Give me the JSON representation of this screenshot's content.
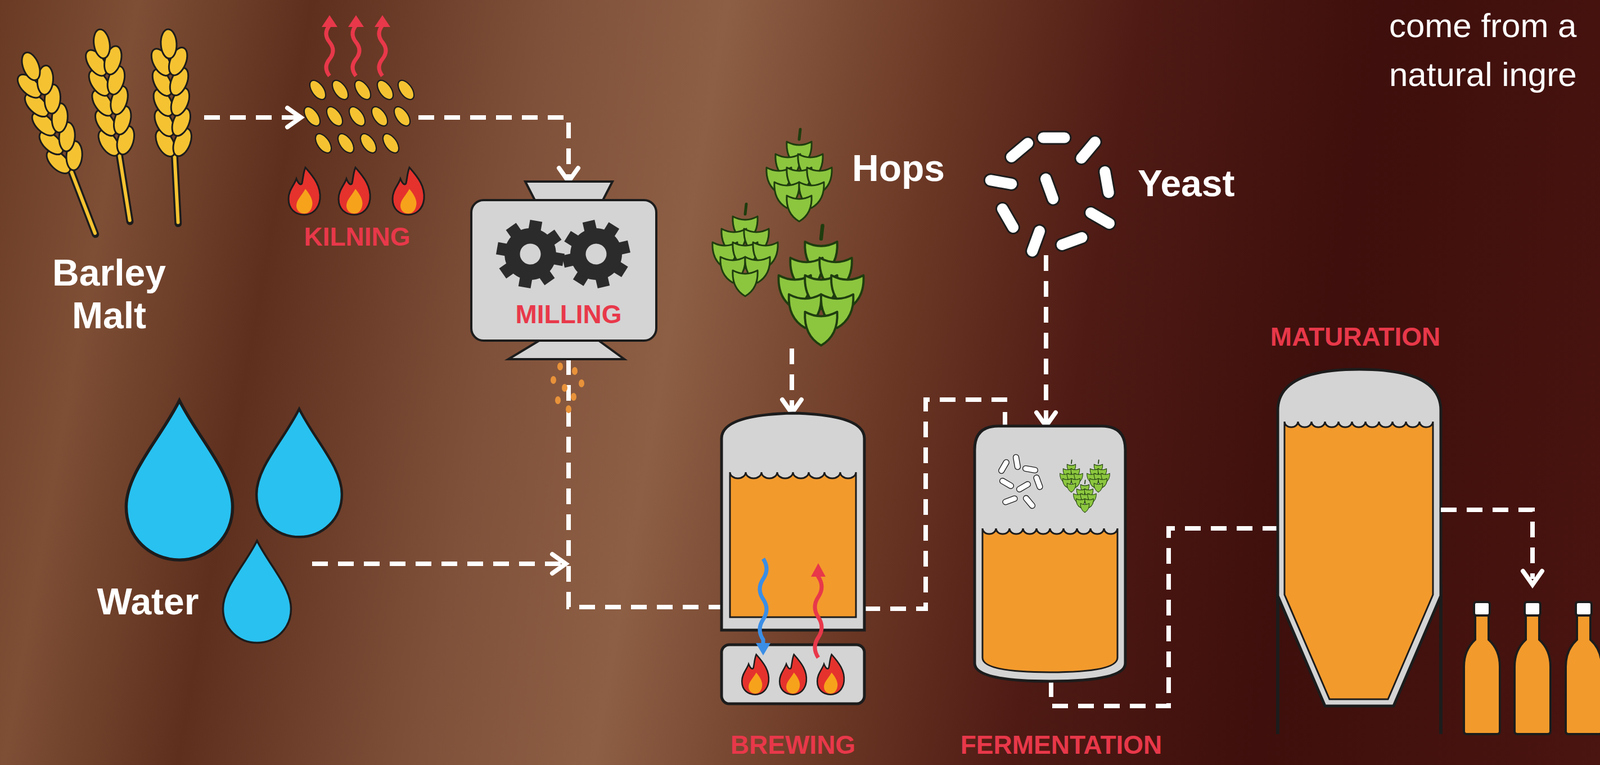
{
  "diagram": {
    "nodes": [
      {
        "text": [
          "Barley Malt"
        ]
      },
      {
        "text": [
          "KILNING"
        ]
      },
      {
        "text": [
          "MILLING"
        ]
      },
      {
        "text": [
          "Hops"
        ]
      },
      {
        "text": [
          "Yeast"
        ]
      },
      {
        "text": [
          "Water"
        ]
      },
      {
        "text": [
          "BREWING"
        ]
      },
      {
        "text": [
          "FERMENTATION"
        ]
      },
      {
        "text": [
          "MATURATION"
        ]
      }
    ],
    "edges": [
      {
        "from": 0,
        "to": 1,
        "arrow": "to"
      },
      {
        "from": 1,
        "to": 2,
        "arrow": "to"
      },
      {
        "from": 2,
        "to": 6,
        "arrow": "none"
      },
      {
        "from": 5,
        "to": 6,
        "arrow": "to"
      },
      {
        "from": 3,
        "to": 6,
        "arrow": "to"
      },
      {
        "from": 6,
        "to": 7,
        "arrow": "none"
      },
      {
        "from": 4,
        "to": 7,
        "arrow": "to"
      },
      {
        "from": 7,
        "to": 8,
        "arrow": "none"
      }
    ],
    "labels": [
      "come from a natural ingre"
    ]
  }
}
